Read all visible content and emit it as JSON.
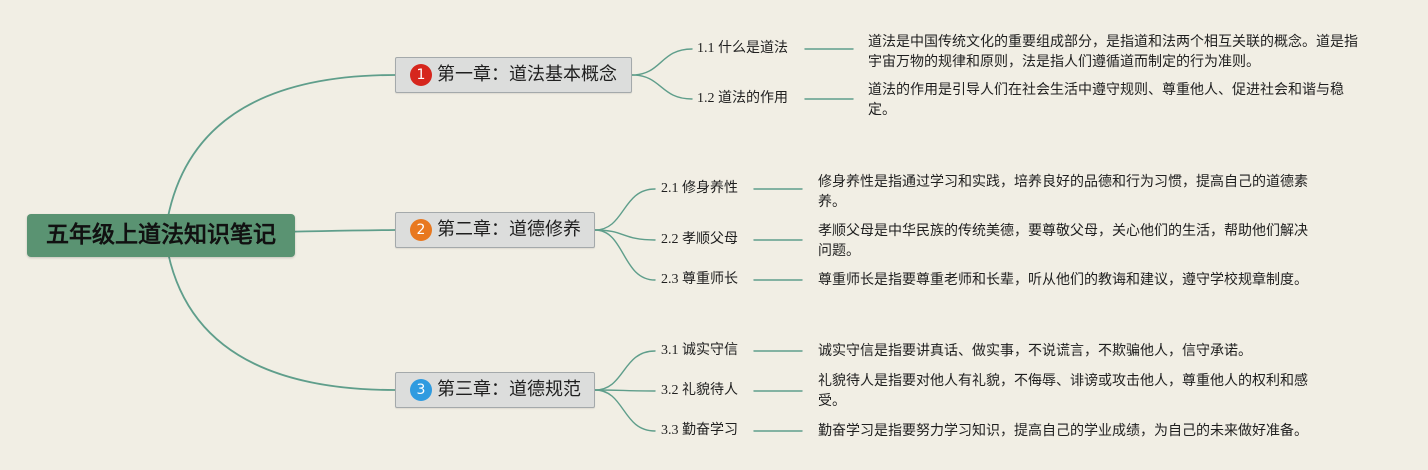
{
  "colors": {
    "background": "#f1eee4",
    "root_fill": "#5a9372",
    "connector": "#5f9e8b",
    "chapter_fill": "#dcdddc",
    "chapter_border": "#a4a9ab"
  },
  "root": {
    "title": "五年级上道法知识笔记"
  },
  "chapters": [
    {
      "badge": "1",
      "badge_color": "#d6261d",
      "title": "第一章：道法基本概念",
      "topics": [
        {
          "label": "1.1 什么是道法",
          "desc": [
            "道法是中国传统文化的重要组成部分，是指道和法两个相互关联的概念。道是指",
            "宇宙万物的规律和原则，法是指人们遵循道而制定的行为准则。"
          ]
        },
        {
          "label": "1.2 道法的作用",
          "desc": [
            "道法的作用是引导人们在社会生活中遵守规则、尊重他人、促进社会和谐与稳",
            "定。"
          ]
        }
      ]
    },
    {
      "badge": "2",
      "badge_color": "#e8781f",
      "title": "第二章：道德修养",
      "topics": [
        {
          "label": "2.1 修身养性",
          "desc": [
            "修身养性是指通过学习和实践，培养良好的品德和行为习惯，提高自己的道德素",
            "养。"
          ]
        },
        {
          "label": "2.2 孝顺父母",
          "desc": [
            "孝顺父母是中华民族的传统美德，要尊敬父母，关心他们的生活，帮助他们解决",
            "问题。"
          ]
        },
        {
          "label": "2.3 尊重师长",
          "desc": [
            "尊重师长是指要尊重老师和长辈，听从他们的教诲和建议，遵守学校规章制度。"
          ]
        }
      ]
    },
    {
      "badge": "3",
      "badge_color": "#2e9be0",
      "title": "第三章：道德规范",
      "topics": [
        {
          "label": "3.1 诚实守信",
          "desc": [
            "诚实守信是指要讲真话、做实事，不说谎言，不欺骗他人，信守承诺。"
          ]
        },
        {
          "label": "3.2 礼貌待人",
          "desc": [
            "礼貌待人是指要对他人有礼貌，不侮辱、诽谤或攻击他人，尊重他人的权利和感",
            "受。"
          ]
        },
        {
          "label": "3.3 勤奋学习",
          "desc": [
            "勤奋学习是指要努力学习知识，提高自己的学业成绩，为自己的未来做好准备。"
          ]
        }
      ]
    }
  ]
}
